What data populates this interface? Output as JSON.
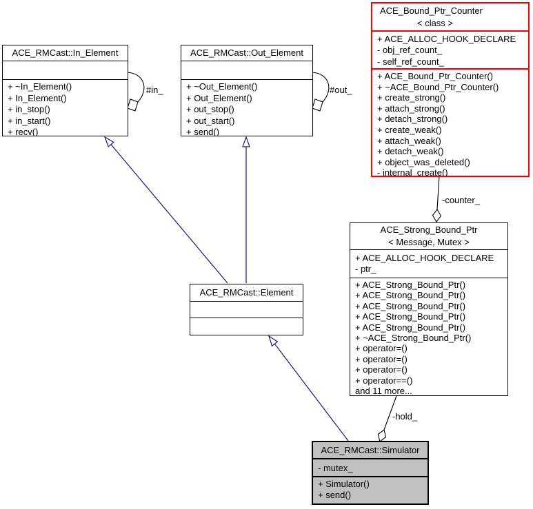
{
  "diagram": {
    "kind": "uml-collaboration-diagram",
    "colors": {
      "background": "#ffffff",
      "node_border": "#000000",
      "node_fill": "#ffffff",
      "truncated_border": "#ff0000",
      "focus_fill": "#c0c0c0",
      "generalization": "#191970",
      "aggregation": "#000000"
    },
    "classes": {
      "in_element": {
        "title": "ACE_RMCast::In_Element",
        "attributes": [],
        "methods": [
          "+ ~In_Element()",
          "+ In_Element()",
          "+ in_stop()",
          "+ in_start()",
          "+ recv()"
        ]
      },
      "out_element": {
        "title": "ACE_RMCast::Out_Element",
        "attributes": [],
        "methods": [
          "+ ~Out_Element()",
          "+ Out_Element()",
          "+ out_stop()",
          "+ out_start()",
          "+ send()"
        ]
      },
      "bound_ptr_counter": {
        "title": "ACE_Bound_Ptr_Counter",
        "subtitle": "< class >",
        "attributes": [
          "+ ACE_ALLOC_HOOK_DECLARE",
          "- obj_ref_count_",
          "- self_ref_count_"
        ],
        "methods": [
          "+ ACE_Bound_Ptr_Counter()",
          "+ ~ACE_Bound_Ptr_Counter()",
          "+ create_strong()",
          "+ attach_strong()",
          "+ detach_strong()",
          "+ create_weak()",
          "+ attach_weak()",
          "+ detach_weak()",
          "+ object_was_deleted()",
          "- internal_create()"
        ]
      },
      "strong_bound_ptr": {
        "title": "ACE_Strong_Bound_Ptr",
        "subtitle": "< Message, Mutex >",
        "attributes": [
          "+ ACE_ALLOC_HOOK_DECLARE",
          "- ptr_"
        ],
        "methods": [
          "+ ACE_Strong_Bound_Ptr()",
          "+ ACE_Strong_Bound_Ptr()",
          "+ ACE_Strong_Bound_Ptr()",
          "+ ACE_Strong_Bound_Ptr()",
          "+ ACE_Strong_Bound_Ptr()",
          "+ ~ACE_Strong_Bound_Ptr()",
          "+ operator=()",
          "+ operator=()",
          "+ operator=()",
          "+ operator==()",
          "and 11 more..."
        ]
      },
      "element": {
        "title": "ACE_RMCast::Element",
        "attributes": [],
        "methods": []
      },
      "simulator": {
        "title": "ACE_RMCast::Simulator",
        "attributes": [
          "- mutex_"
        ],
        "methods": [
          "+ Simulator()",
          "+ send()"
        ]
      }
    },
    "edge_labels": {
      "in_loop": "#in_",
      "out_loop": "#out_",
      "counter": "-counter_",
      "hold": "-hold_"
    }
  }
}
